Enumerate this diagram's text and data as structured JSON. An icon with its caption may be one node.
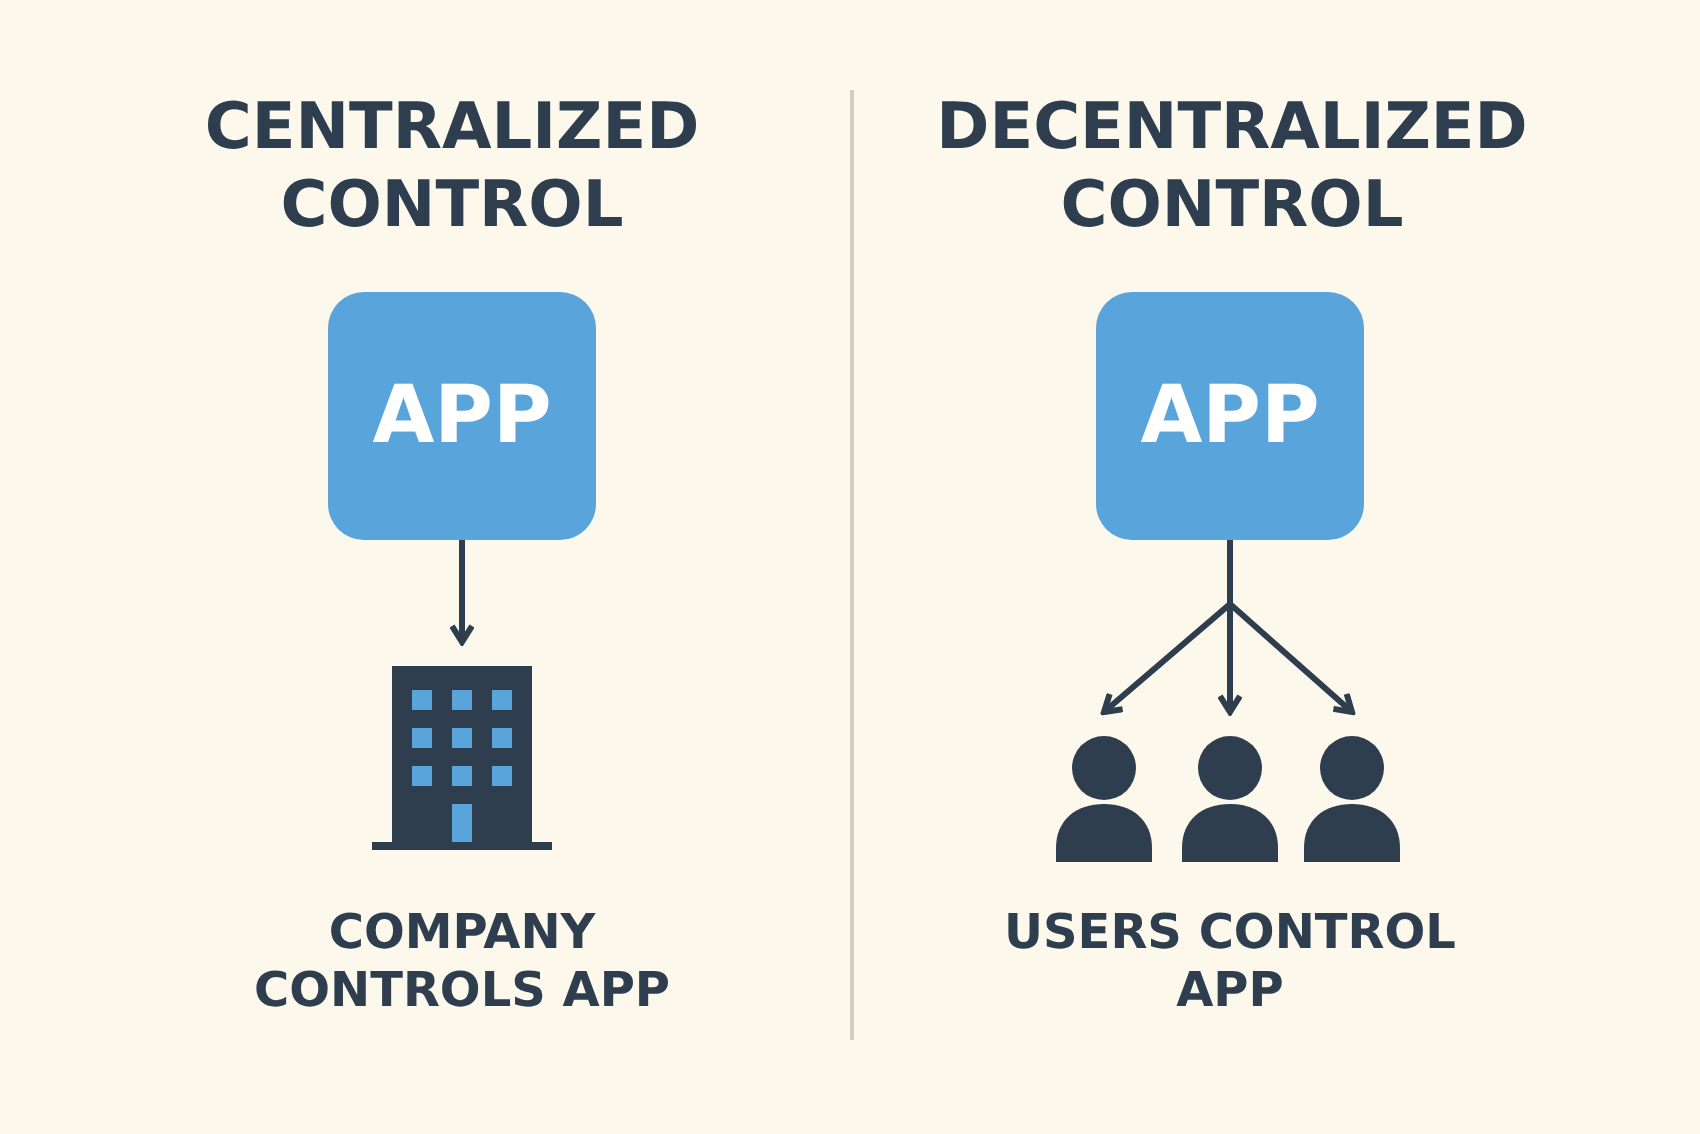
{
  "diagram": {
    "nodes": [
      {
        "text": [
          "APP"
        ]
      },
      {
        "text": [],
        "shape": "picture"
      },
      {
        "text": [
          "APP"
        ]
      },
      {
        "text": [],
        "shape": "person"
      },
      {
        "text": [],
        "shape": "person"
      },
      {
        "text": [],
        "shape": "person"
      }
    ],
    "edges": [
      {
        "from": 0,
        "to": 1,
        "arrow": "to"
      },
      {
        "from": 2,
        "to": 3,
        "arrow": "to"
      },
      {
        "from": 2,
        "to": 4,
        "arrow": "to"
      },
      {
        "from": 2,
        "to": 5,
        "arrow": "to"
      }
    ],
    "labels": [
      "CENTRALIZED CONTROL",
      "DECENTRALIZED CONTROL",
      "COMPANY CONTROLS APP",
      "USERS CONTROL APP"
    ]
  }
}
